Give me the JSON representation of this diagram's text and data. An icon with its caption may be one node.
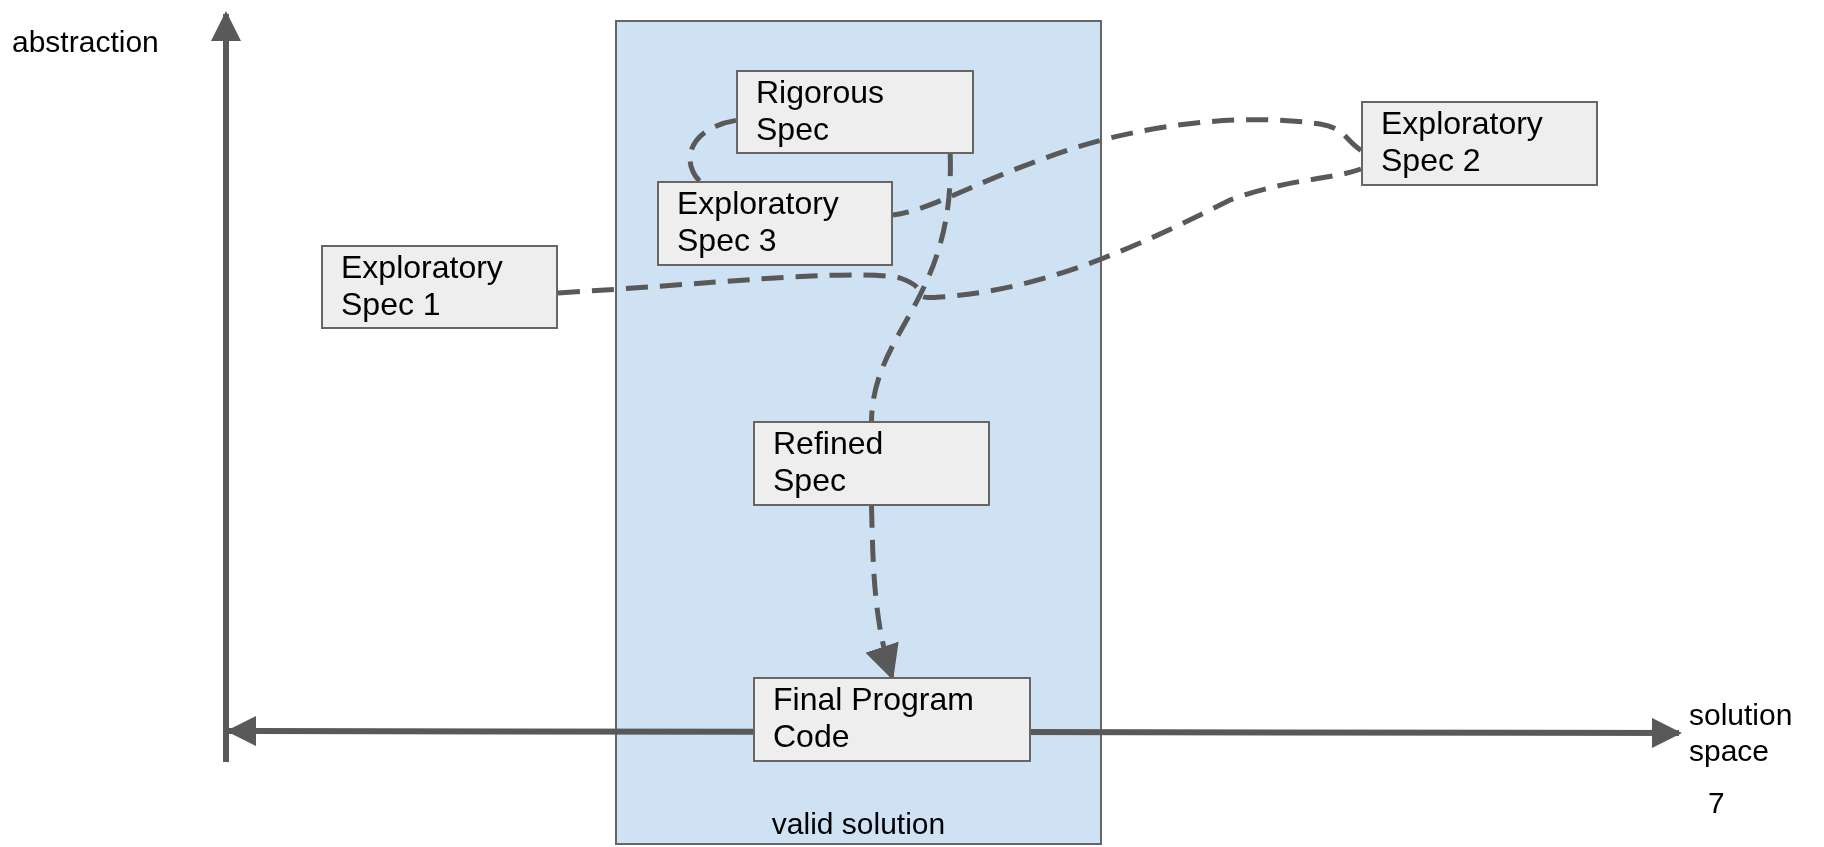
{
  "diagram": {
    "nodes": [
      {
        "text": [
          "valid solution"
        ]
      },
      {
        "text": [
          "Rigorous Spec"
        ],
        "in": 0
      },
      {
        "text": [
          "Exploratory Spec 2"
        ]
      },
      {
        "text": [
          "Exploratory Spec 3"
        ],
        "in": 0
      },
      {
        "text": [
          "Exploratory Spec 1"
        ]
      },
      {
        "text": [
          "Refined Spec"
        ],
        "in": 0
      },
      {
        "text": [
          "Final Program Code"
        ],
        "in": 0
      }
    ],
    "edges": [
      {
        "from": 4,
        "to": 2,
        "arrow": "none",
        "style": "dashed"
      },
      {
        "from": 2,
        "to": 3,
        "arrow": "none",
        "style": "dashed"
      },
      {
        "from": 3,
        "to": 1,
        "arrow": "none",
        "style": "dashed"
      },
      {
        "from": 1,
        "to": 5,
        "arrow": "none",
        "style": "dashed"
      },
      {
        "from": 5,
        "to": 6,
        "arrow": "to",
        "style": "dashed"
      }
    ],
    "labels": [
      "abstraction",
      "solution space",
      "7"
    ]
  }
}
